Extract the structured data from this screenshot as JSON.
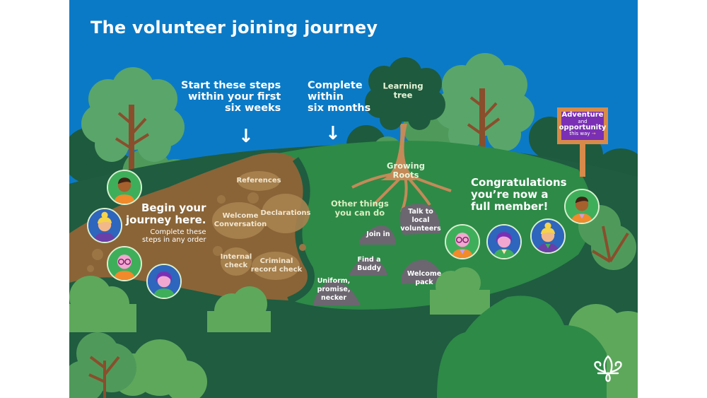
{
  "poster": {
    "title": "The volunteer joining journey",
    "colors": {
      "sky": "#0b7ac6",
      "path": "#8a6437",
      "stone": "#a9824f",
      "grass_dark": "#1f5c40",
      "grass_mid": "#2e8a47",
      "grass_light": "#5ea85c",
      "rock": "#6b6670",
      "sign_purple": "#7a2fb5",
      "sign_wood": "#d88a4a"
    }
  },
  "stages": {
    "six_weeks": {
      "lines": [
        "Start these steps",
        "within your first",
        "six weeks"
      ],
      "arrow": "↓"
    },
    "six_months": {
      "lines": [
        "Complete",
        "within",
        "six months"
      ],
      "arrow": "↓"
    }
  },
  "begin": {
    "heading_lines": [
      "Begin your",
      "journey here."
    ],
    "sub_lines": [
      "Complete these",
      "steps in any order"
    ]
  },
  "steps": [
    {
      "label_lines": [
        "References"
      ]
    },
    {
      "label_lines": [
        "Welcome",
        "Conversation"
      ]
    },
    {
      "label_lines": [
        "Declarations"
      ]
    },
    {
      "label_lines": [
        "Internal",
        "check"
      ]
    },
    {
      "label_lines": [
        "Criminal",
        "record check"
      ]
    }
  ],
  "learning_tree": {
    "crown_lines": [
      "Learning",
      "tree"
    ],
    "roots_lines": [
      "Growing",
      "Roots"
    ]
  },
  "other_things": {
    "heading_lines": [
      "Other things",
      "you can do"
    ],
    "items": [
      {
        "label_lines": [
          "Join in"
        ]
      },
      {
        "label_lines": [
          "Talk to",
          "local",
          "volunteers"
        ]
      },
      {
        "label_lines": [
          "Find a",
          "Buddy"
        ]
      },
      {
        "label_lines": [
          "Welcome",
          "pack"
        ]
      },
      {
        "label_lines": [
          "Uniform,",
          "promise,",
          "necker"
        ]
      }
    ]
  },
  "congrats": {
    "lines": [
      "Congratulations",
      "you’re now a",
      "full member!"
    ]
  },
  "signpost": {
    "line1": "Adventure",
    "line2": "and",
    "line3": "opportunity",
    "line4": "this way",
    "arrow": "→"
  },
  "avatars": {
    "start": [
      "boy-dark-hair",
      "woman-blonde-bun",
      "bald-man-glasses",
      "woman-purple-hair"
    ],
    "end": [
      "bald-man-glasses",
      "woman-purple-hair",
      "woman-blonde-bun",
      "boy-dark-hair"
    ]
  },
  "logo": {
    "icon": "fleur-de-lis-icon"
  }
}
